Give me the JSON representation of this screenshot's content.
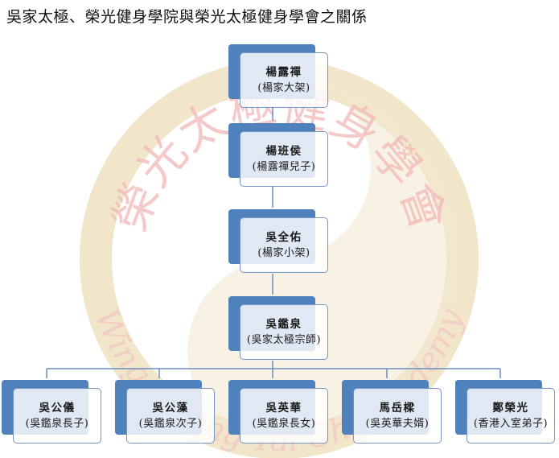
{
  "title": "吳家太極、榮光健身學院與榮光太極健身學會之關係",
  "watermark": {
    "text_cn": [
      "榮",
      "光",
      "太",
      "極",
      "健",
      "身",
      "學",
      "會"
    ],
    "text_en": "Wing Kwong Tai Chi Academy"
  },
  "colors": {
    "node_back": "#4f81bd",
    "node_border": "#7395c3",
    "connector": "#6b8fc4",
    "watermark_ring": "#ecdcb8",
    "watermark_text": "#f2b8b8"
  },
  "nodes": {
    "yang_luchan": {
      "name": "楊露禪",
      "desc": "(楊家大架)"
    },
    "yang_banhou": {
      "name": "楊班侯",
      "desc": "(楊露禪兒子)"
    },
    "wu_quanyou": {
      "name": "吳全佑",
      "desc": "(楊家小架)"
    },
    "wu_jianquan": {
      "name": "吳鑑泉",
      "desc": "(吳家太極宗師)"
    },
    "children": [
      {
        "name": "吳公儀",
        "desc": "(吳鑑泉長子)"
      },
      {
        "name": "吳公藻",
        "desc": "(吳鑑泉次子)"
      },
      {
        "name": "吳英華",
        "desc": "(吳鑑泉長女)"
      },
      {
        "name": "馬岳樑",
        "desc": "(吳英華夫婿)"
      },
      {
        "name": "鄭榮光",
        "desc": "(香港入室弟子)"
      }
    ]
  }
}
